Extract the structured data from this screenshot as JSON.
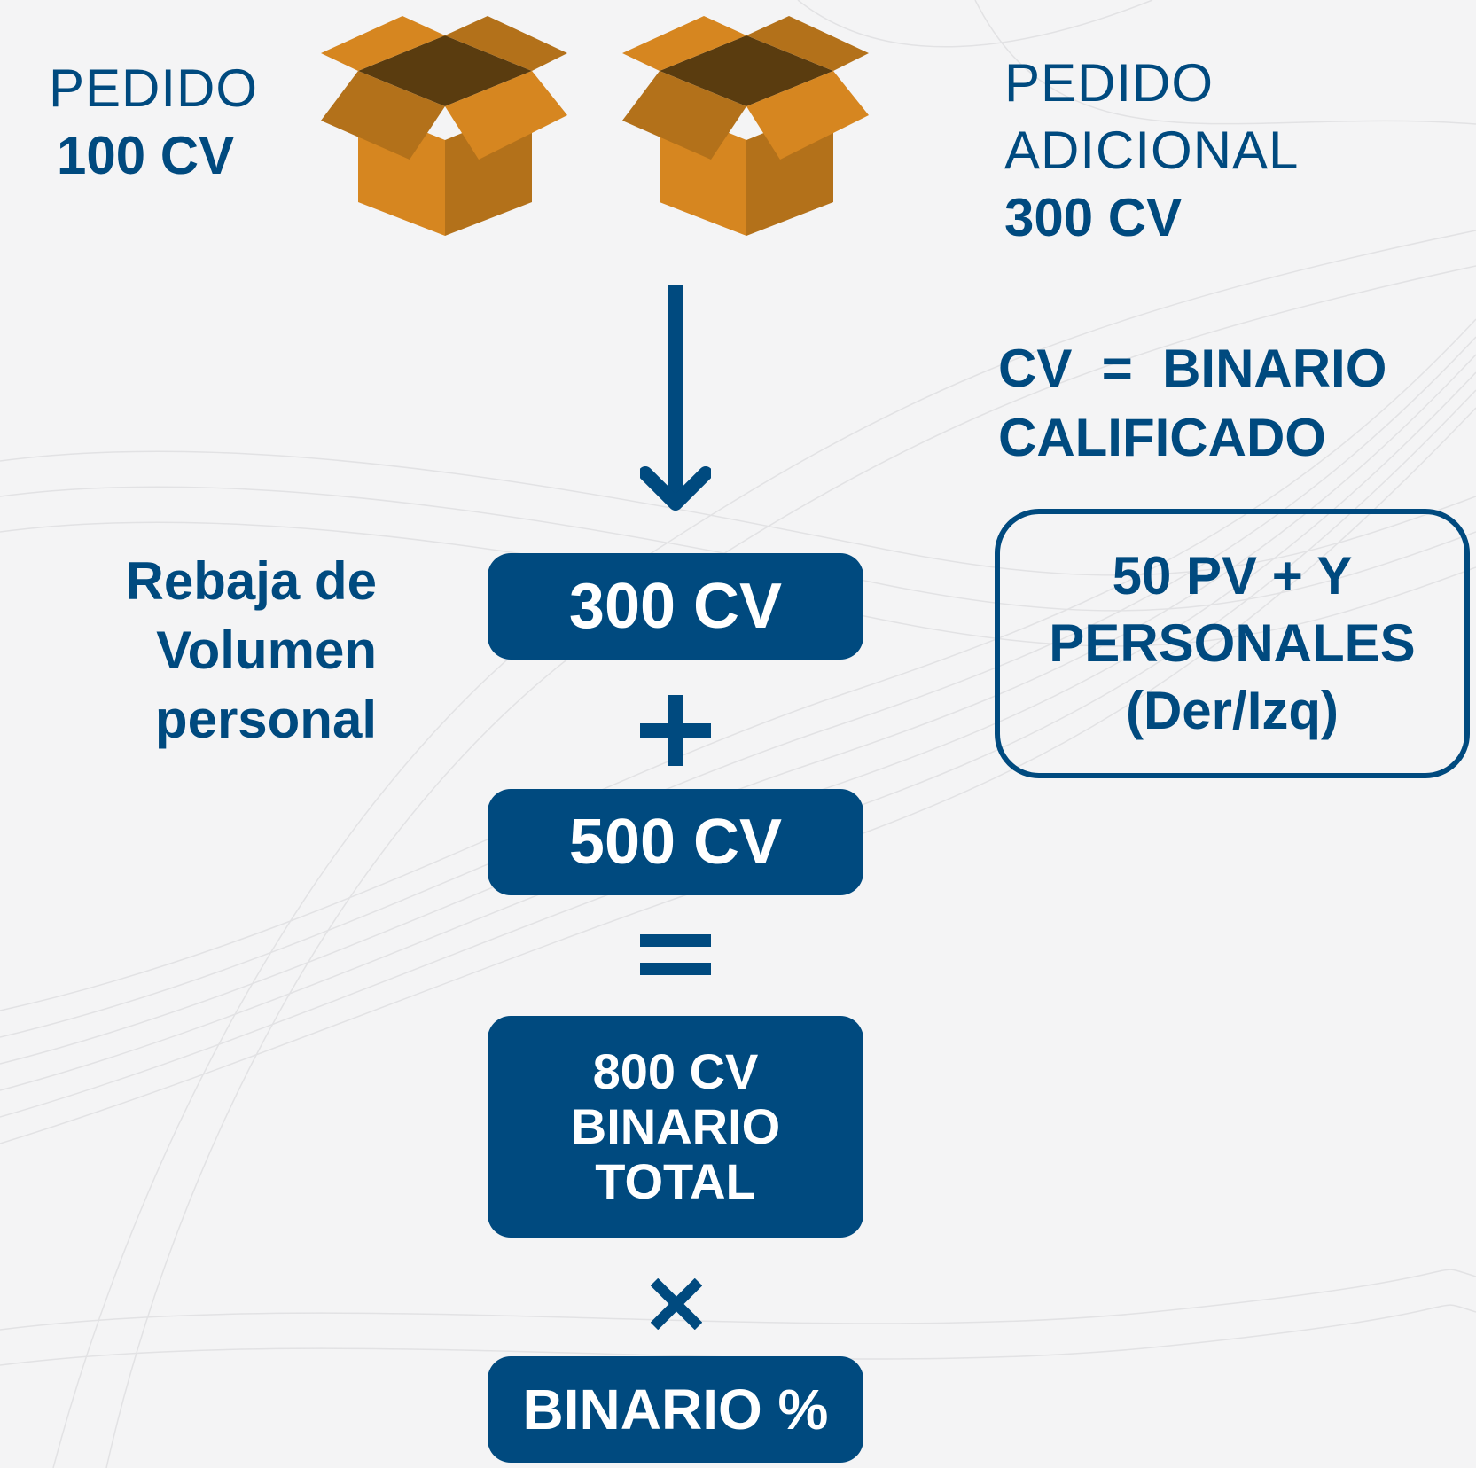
{
  "colors": {
    "primary": "#004a7f",
    "box_text": "#ffffff",
    "background": "#f4f4f5",
    "box_orange": "#d68620",
    "box_dark": "#b3711a",
    "box_interior": "#5a3c0f"
  },
  "order_left": {
    "label": "PEDIDO",
    "value": "100 CV"
  },
  "order_right": {
    "line1": "PEDIDO",
    "line2": "ADICIONAL",
    "value": "300 CV"
  },
  "definition": {
    "line1": "CV  =  BINARIO",
    "line2": "CALIFICADO"
  },
  "side_label": {
    "line1": "Rebaja de",
    "line2": "Volumen",
    "line3": "personal"
  },
  "qualification_box": {
    "line1": "50 PV + Y",
    "line2": "PERSONALES",
    "line3": "(Der/Izq)"
  },
  "flow": {
    "box1": "300 CV",
    "box2": "500 CV",
    "box3_line1": "800 CV",
    "box3_line2": "BINARIO",
    "box3_line3": "TOTAL",
    "box4": "BINARIO %"
  },
  "icons": [
    "open-box-icon",
    "open-box-icon",
    "arrow-down-icon",
    "plus-icon",
    "equals-icon",
    "times-icon"
  ]
}
